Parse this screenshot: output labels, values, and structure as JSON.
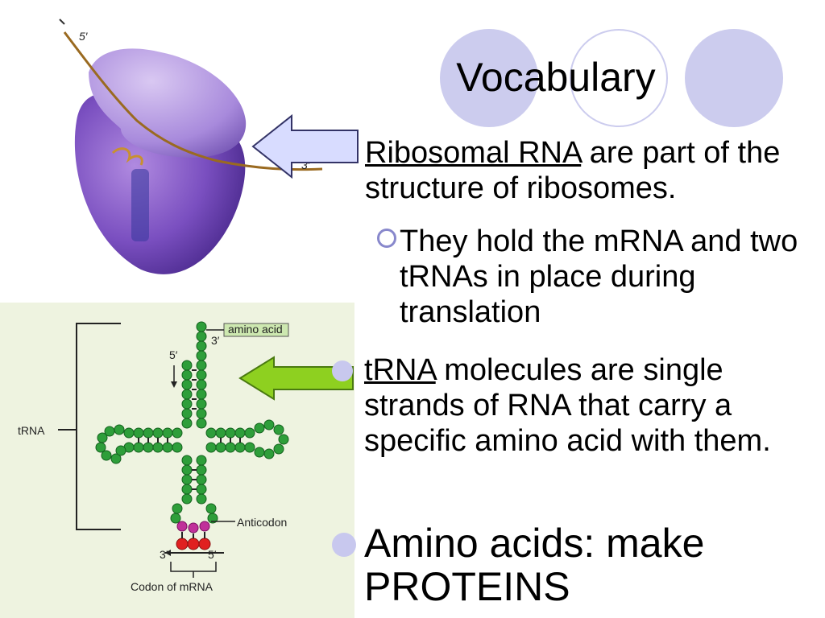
{
  "slide": {
    "title": "Vocabulary",
    "bullets": [
      {
        "term": "Ribosomal RNA",
        "text": " are part of the structure of ribosomes.",
        "sub": "They hold the mRNA and two tRNAs in place during translation"
      },
      {
        "term": "tRNA",
        "text": " molecules are single strands of RNA that carry a specific amino acid with them."
      },
      {
        "text": "Amino acids: make PROTEINS"
      }
    ]
  },
  "ribosome_figure": {
    "label_5prime": "5′",
    "label_3prime": "3′"
  },
  "trna_figure": {
    "label_trna": "tRNA",
    "label_amino_acid": "amino acid",
    "label_3prime_top": "3′",
    "label_5prime_top": "5′",
    "label_anticodon": "Anticodon",
    "label_3prime_bottom": "3′",
    "label_5prime_bottom": "5′",
    "label_codon": "Codon of mRNA"
  },
  "colors": {
    "accent_circle": "#ccccee",
    "arrow_blue": "#d8dcff",
    "arrow_green": "#8ed020",
    "ribosome": "#7a4fc0",
    "bead_green": "#2e9e3a"
  }
}
